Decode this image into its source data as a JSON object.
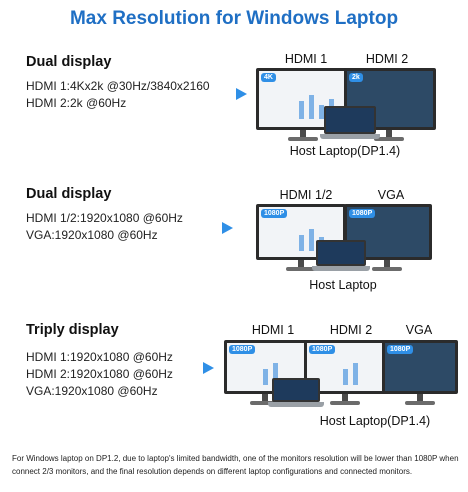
{
  "title": "Max Resolution for Windows Laptop",
  "sections": [
    {
      "heading": "Dual display",
      "specs": [
        "HDMI 1:4Kx2k @30Hz/3840x2160",
        "HDMI 2:2k @60Hz"
      ],
      "monitors": [
        {
          "label": "HDMI 1",
          "badge": "4K"
        },
        {
          "label": "HDMI 2",
          "badge": "2k"
        }
      ],
      "host": "Host Laptop(DP1.4)"
    },
    {
      "heading": "Dual display",
      "specs": [
        "HDMI 1/2:1920x1080 @60Hz",
        "VGA:1920x1080 @60Hz"
      ],
      "monitors": [
        {
          "label": "HDMI 1/2",
          "badge": "1080P"
        },
        {
          "label": "VGA",
          "badge": "1080P"
        }
      ],
      "host": "Host Laptop"
    },
    {
      "heading": "Triply display",
      "specs": [
        "HDMI 1:1920x1080 @60Hz",
        "HDMI 2:1920x1080 @60Hz",
        "VGA:1920x1080 @60Hz"
      ],
      "monitors": [
        {
          "label": "HDMI 1",
          "badge": "1080P"
        },
        {
          "label": "HDMI 2",
          "badge": "1080P"
        },
        {
          "label": "VGA",
          "badge": "1080P"
        }
      ],
      "host": "Host Laptop(DP1.4)"
    }
  ],
  "footnote": "For Windows laptop on DP1.2, due to laptop's limited bandwidth, one of the monitors resolution  will be lower than 1080P when connect  2/3 monitors, and the final resolution depends on different laptop configurations and connected monitors.",
  "colors": {
    "accent": "#1f6fc4",
    "arrow": "#2f8fe6"
  }
}
